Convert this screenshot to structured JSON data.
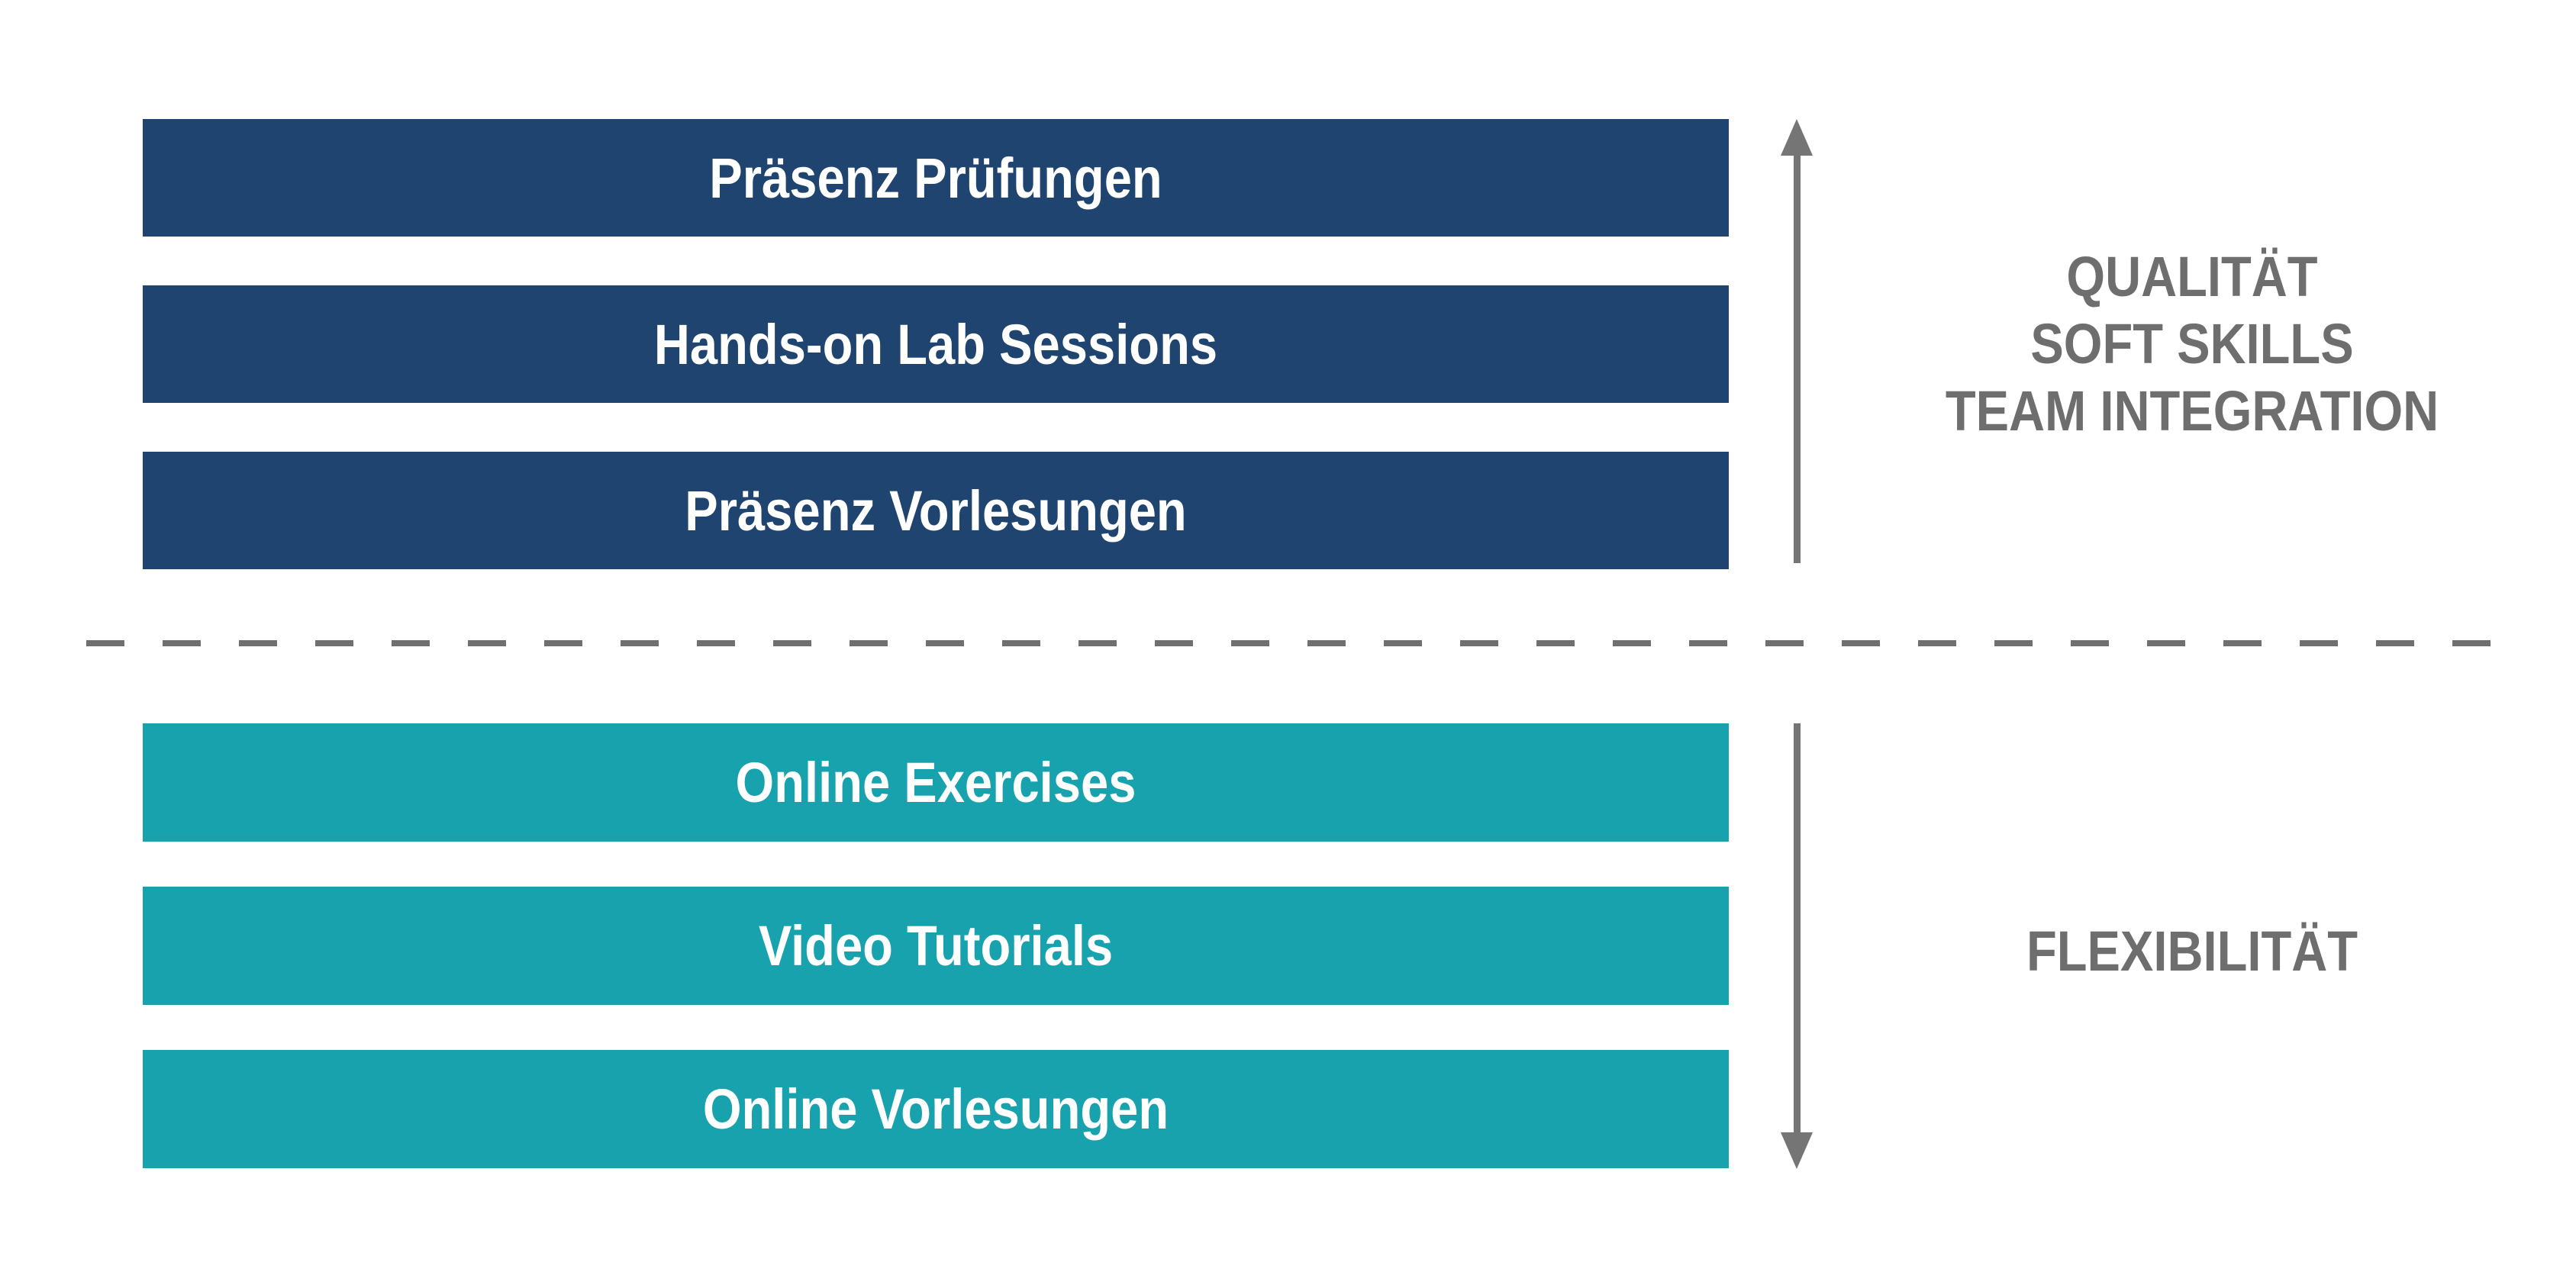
{
  "diagram": {
    "top_section": {
      "bars": [
        "Präsenz Prüfungen",
        "Hands-on Lab Sessions",
        "Präsenz Vorlesungen"
      ],
      "axis_labels": [
        "QUALITÄT",
        "SOFT SKILLS",
        "TEAM INTEGRATION"
      ]
    },
    "bottom_section": {
      "bars": [
        "Online Exercises",
        "Video Tutorials",
        "Online Vorlesungen"
      ],
      "axis_labels": [
        "FLEXIBILITÄT"
      ]
    },
    "colors": {
      "presence_blue": "#1F4470",
      "online_teal": "#18A2AE",
      "label_gray": "#6E6E6E",
      "arrow_gray": "#757575",
      "dash_gray": "#6F6F6F",
      "bar_text": "#FFFFFF",
      "background": "#FFFFFF"
    }
  }
}
